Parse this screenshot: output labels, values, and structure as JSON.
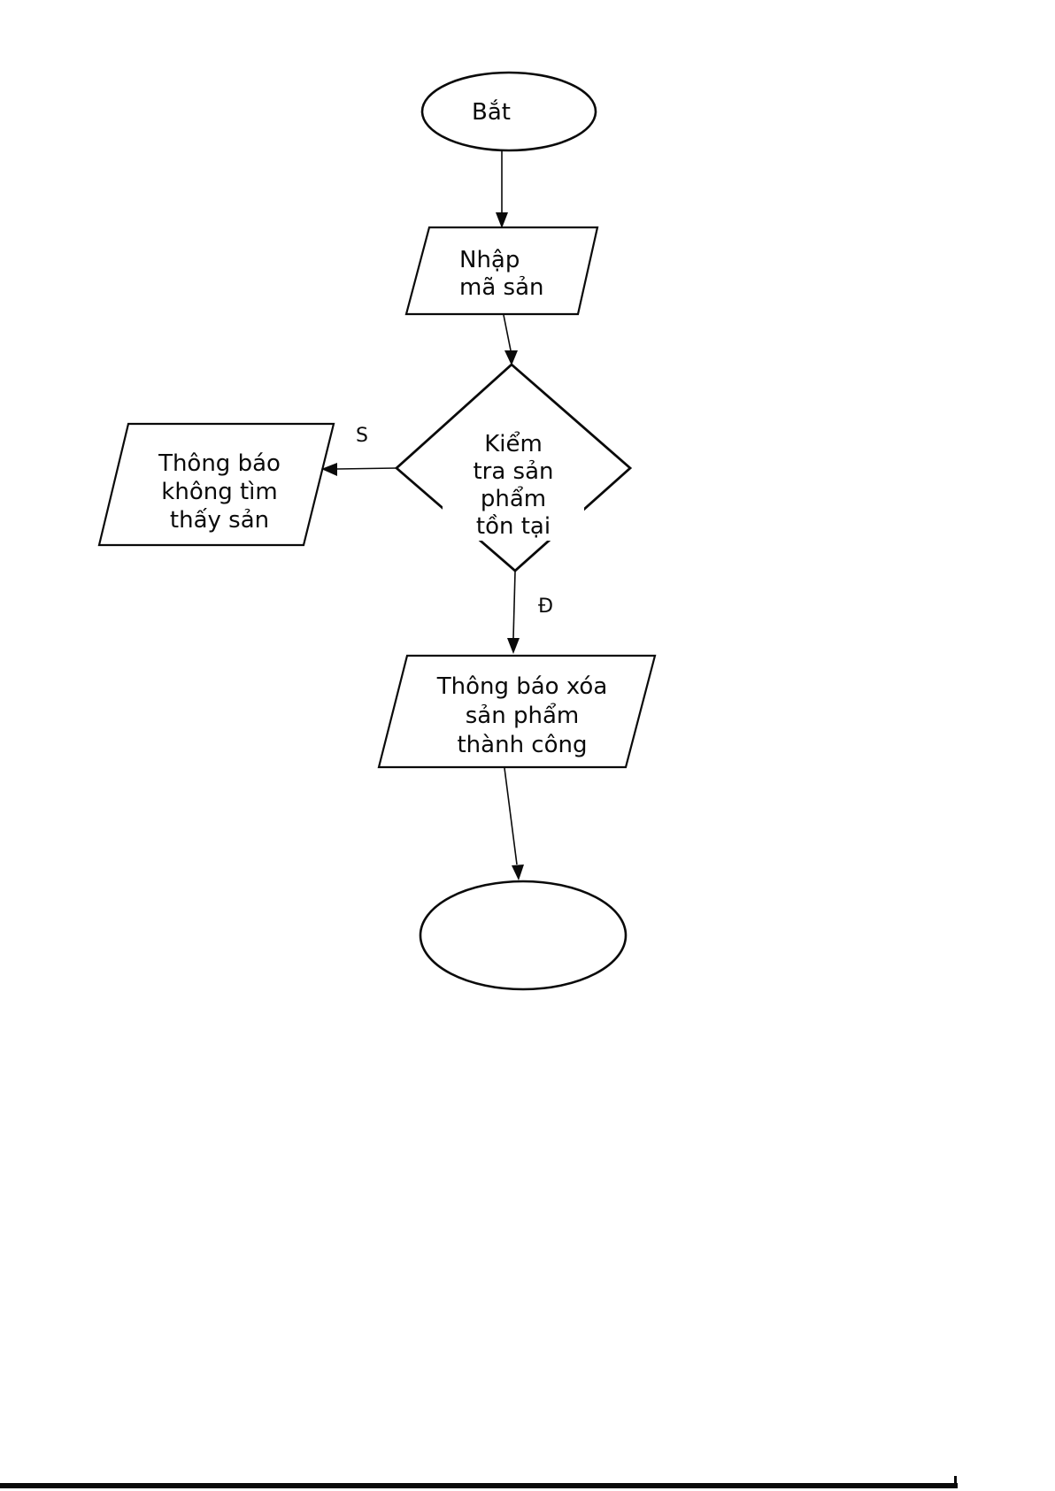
{
  "page": {
    "background": "#ffffff",
    "line_color": "#0a0a0a"
  },
  "flowchart": {
    "nodes": [
      {
        "id": "start",
        "shape": "ellipse",
        "label": "Bắt"
      },
      {
        "id": "input-product-code",
        "shape": "parallelogram",
        "label": "Nhập\nmã sản"
      },
      {
        "id": "check-product-exists",
        "shape": "diamond",
        "label": "Kiểm\ntra sản\nphẩm\ntồn tại"
      },
      {
        "id": "notify-not-found",
        "shape": "parallelogram",
        "label": "Thông báo\nkhông tìm\nthấy sản"
      },
      {
        "id": "notify-delete-success",
        "shape": "parallelogram",
        "label": "Thông báo xóa\nsản phẩm\nthành công"
      },
      {
        "id": "end",
        "shape": "ellipse",
        "label": ""
      }
    ],
    "branch_labels": {
      "no": "S",
      "yes": "Đ"
    }
  }
}
